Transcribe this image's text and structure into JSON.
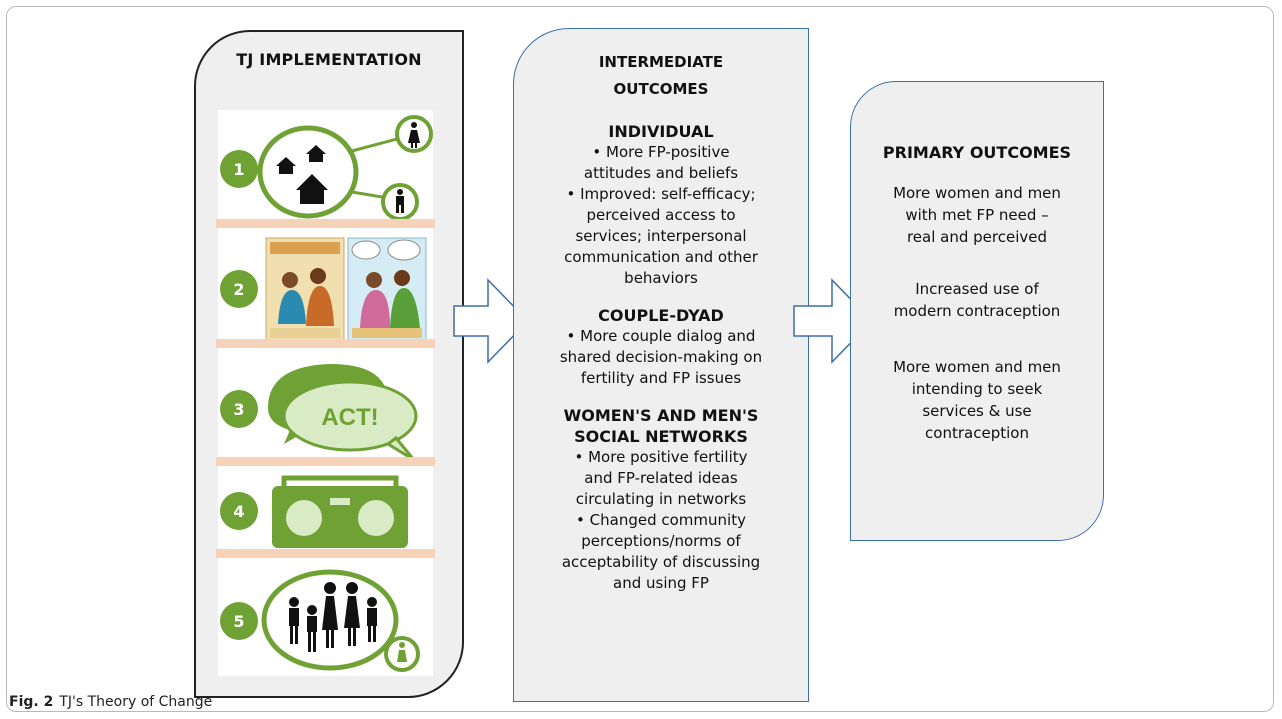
{
  "figure": {
    "caption_label": "Fig. 2",
    "caption_text": "TJ's Theory of Change"
  },
  "implementation": {
    "title": "TJ IMPLEMENTATION",
    "steps": [
      {
        "number": "1",
        "icon": "community-houses-icon"
      },
      {
        "number": "2",
        "icon": "couple-illustration-icon"
      },
      {
        "number": "3",
        "icon": "speech-bubble-act-icon",
        "label": "ACT!"
      },
      {
        "number": "4",
        "icon": "radio-icon"
      },
      {
        "number": "5",
        "icon": "family-group-icon"
      }
    ]
  },
  "intermediate": {
    "title_line1": "INTERMEDIATE",
    "title_line2": "OUTCOMES",
    "individual": {
      "heading": "INDIVIDUAL",
      "lines": [
        "• More FP-positive",
        "attitudes and beliefs",
        "• Improved: self-efficacy;",
        "perceived access to",
        "services; interpersonal",
        "communication and other",
        "behaviors"
      ]
    },
    "couple": {
      "heading": "COUPLE-DYAD",
      "lines": [
        "• More couple dialog and",
        "shared decision-making on",
        "fertility and FP issues"
      ]
    },
    "networks": {
      "heading_line1": "WOMEN'S AND MEN'S",
      "heading_line2": "SOCIAL NETWORKS",
      "lines": [
        "• More positive fertility",
        "and FP-related ideas",
        "circulating in networks",
        "• Changed community",
        "perceptions/norms of",
        "acceptability of discussing",
        "and using FP"
      ]
    }
  },
  "primary": {
    "title": "PRIMARY OUTCOMES",
    "outcome1": [
      "More women and men",
      "with met FP need –",
      "real and perceived"
    ],
    "outcome2": [
      "Increased use of",
      "modern contraception"
    ],
    "outcome3": [
      "More women and men",
      "intending to seek",
      "services & use",
      "contraception"
    ]
  },
  "colors": {
    "step_number_green": "#6fa135",
    "separator_peach": "#f6d2b8",
    "box_fill": "#efefef",
    "box_border_blue": "#3d6fa8"
  }
}
